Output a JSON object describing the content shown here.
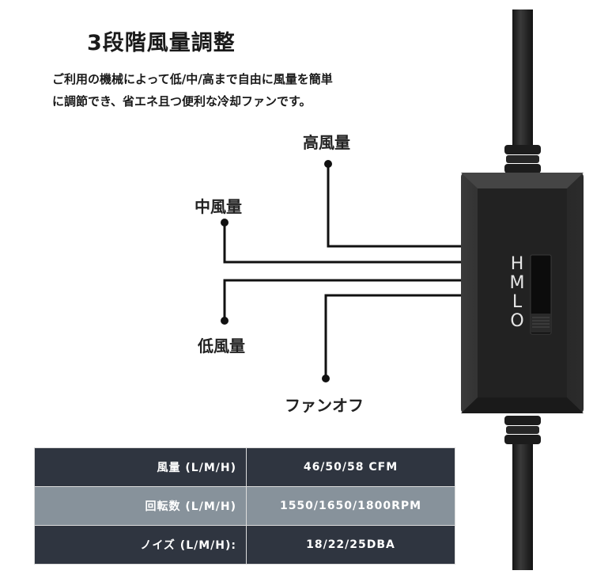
{
  "title": "3段階風量調整",
  "description_lines": [
    "ご利用の機械によって低/中/高まで自由に風量を簡単",
    "に調節でき、省エネ且つ便利な冷却ファンです。"
  ],
  "labels": {
    "high": "高風量",
    "medium": "中風量",
    "low": "低風量",
    "off": "ファンオフ"
  },
  "switch_letters": [
    "H",
    "M",
    "L",
    "O"
  ],
  "specs": [
    {
      "key": "風量 (L/M/H)",
      "value": "46/50/58 CFM"
    },
    {
      "key": "回転数 (L/M/H)",
      "value": "1550/1650/1800RPM"
    },
    {
      "key": "ノイズ (L/M/H):",
      "value": "18/22/25DBA"
    }
  ],
  "colors": {
    "row_dark": "#2f3540",
    "row_light": "#87929b",
    "switch_body": "#1f1f1f",
    "line": "#111111"
  }
}
